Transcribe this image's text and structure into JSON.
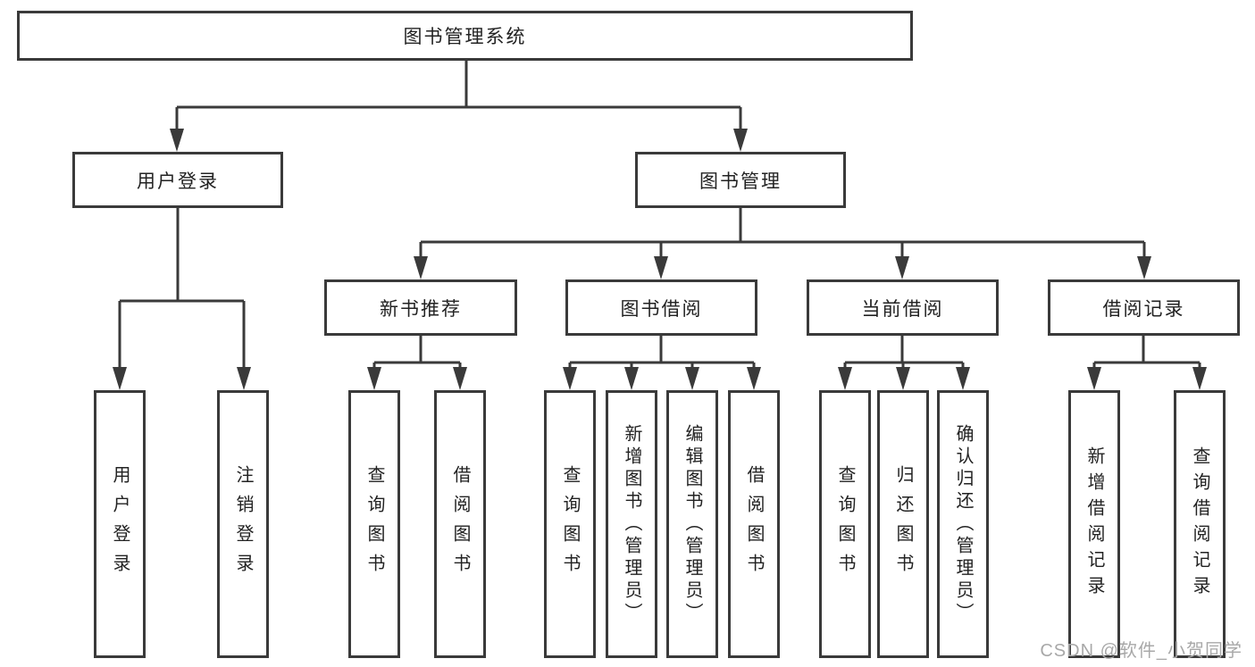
{
  "tree": {
    "label": "图书管理系统",
    "children": [
      {
        "label": "用户登录",
        "children": [
          {
            "label": "用户登录"
          },
          {
            "label": "注销登录"
          }
        ]
      },
      {
        "label": "图书管理",
        "children": [
          {
            "label": "新书推荐",
            "children": [
              {
                "label": "查询图书"
              },
              {
                "label": "借阅图书"
              }
            ]
          },
          {
            "label": "图书借阅",
            "children": [
              {
                "label": "查询图书"
              },
              {
                "label": "新增图书（管理员）"
              },
              {
                "label": "编辑图书（管理员）"
              },
              {
                "label": "借阅图书"
              }
            ]
          },
          {
            "label": "当前借阅",
            "children": [
              {
                "label": "查询图书"
              },
              {
                "label": "归还图书"
              },
              {
                "label": "确认归还（管理员）"
              }
            ]
          },
          {
            "label": "借阅记录",
            "children": [
              {
                "label": "新增借阅记录"
              },
              {
                "label": "查询借阅记录"
              }
            ]
          }
        ]
      }
    ]
  },
  "watermark": {
    "text": "CSDN @软件_小贺同学"
  },
  "colors": {
    "line": "#3a3a3a",
    "text": "#222222",
    "watermark": "#a8a8a8",
    "background": "#ffffff"
  }
}
